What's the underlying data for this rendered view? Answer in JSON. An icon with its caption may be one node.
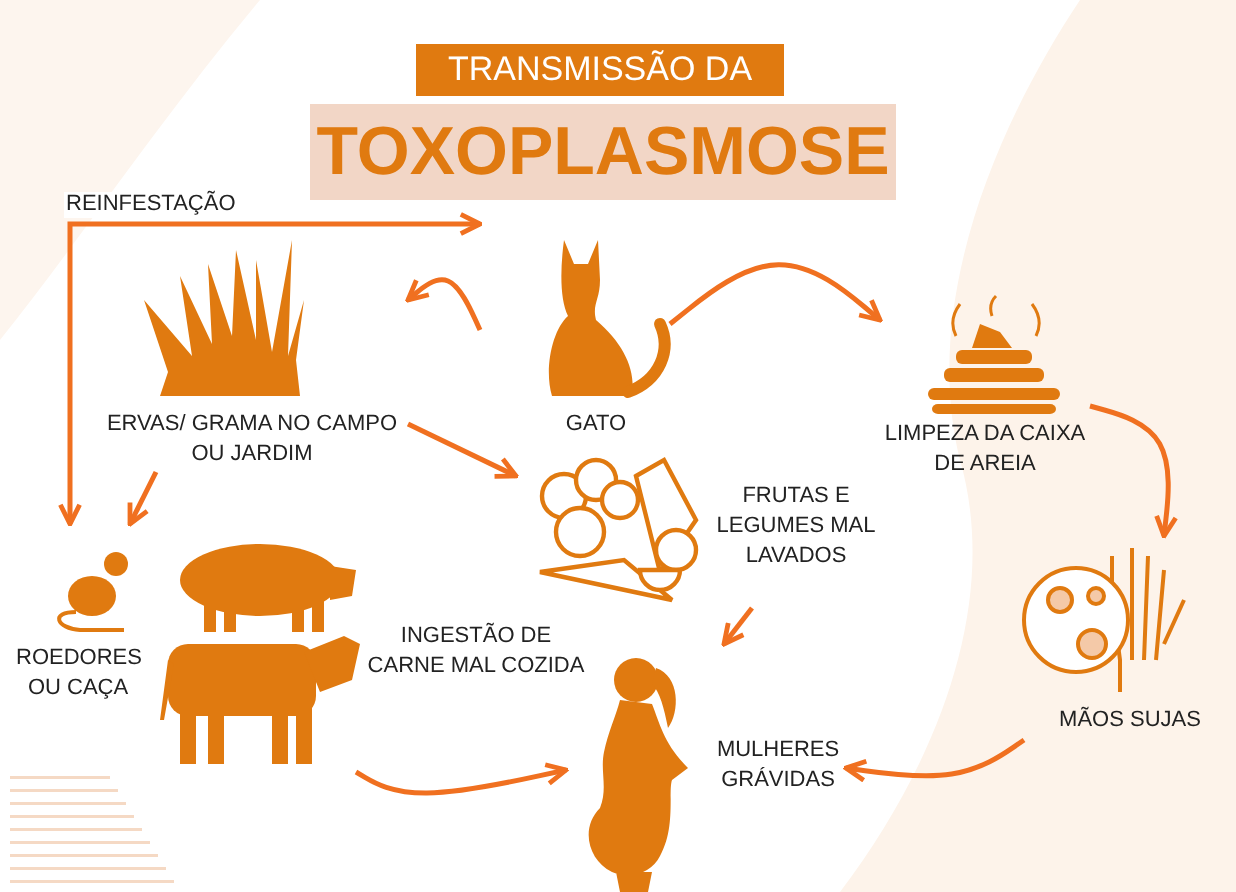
{
  "diagram": {
    "title": "TRANSMISSÃO DA",
    "nodes": [
      {
        "text": [
          "GATO"
        ]
      },
      {
        "text": [
          "ERVAS/ GRAMA NO CAMPO OU JARDIM"
        ]
      },
      {
        "text": [
          "LIMPEZA DA CAIXA DE AREIA"
        ]
      },
      {
        "text": [
          "FRUTAS E LEGUMES MAL LAVADOS"
        ]
      },
      {
        "text": [
          "ROEDORES OU CAÇA"
        ]
      },
      {
        "text": [
          "INGESTÃO DE CARNE MAL COZIDA"
        ]
      },
      {
        "text": [
          "MÃOS SUJAS"
        ]
      },
      {
        "text": [
          "MULHERES GRÁVIDAS"
        ]
      }
    ],
    "edges": [
      {
        "from": 0,
        "to": 1,
        "arrow": "to"
      },
      {
        "from": 0,
        "to": 2,
        "arrow": "to"
      },
      {
        "from": 2,
        "to": 6,
        "arrow": "to"
      },
      {
        "from": 1,
        "to": 3,
        "arrow": "to"
      },
      {
        "from": 1,
        "to": 4,
        "arrow": "to"
      },
      {
        "from": 4,
        "to": 0,
        "arrow": "both",
        "label": "REINFESTAÇÃO"
      },
      {
        "from": 3,
        "to": 7,
        "arrow": "to"
      },
      {
        "from": 6,
        "to": 7,
        "arrow": "to"
      },
      {
        "from": 5,
        "to": 7,
        "arrow": "to"
      }
    ],
    "labels": [
      "TOXOPLASMOSE"
    ]
  }
}
